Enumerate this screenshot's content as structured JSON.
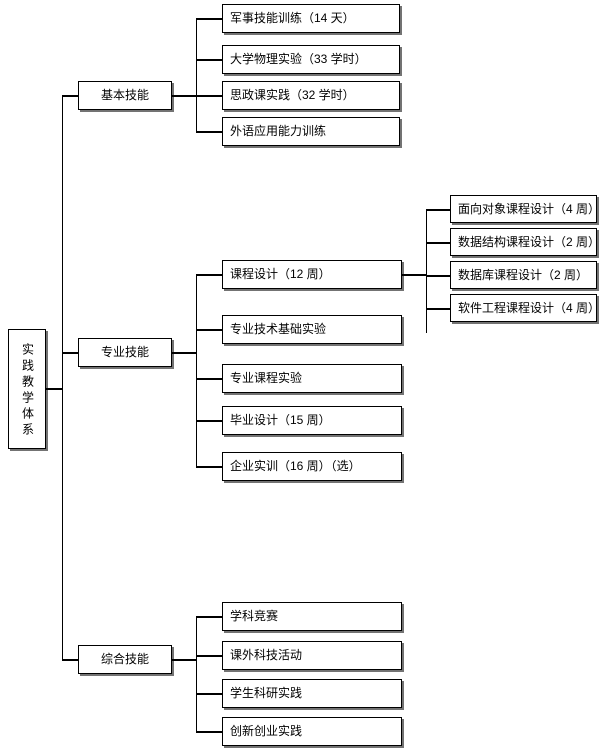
{
  "diagram": {
    "title": "实践教学体系",
    "root": {
      "label": "实践教学体系"
    },
    "branches": [
      {
        "label": "基本技能",
        "children": [
          {
            "label": "军事技能训练（14 天）"
          },
          {
            "label": "大学物理实验（33 学时）"
          },
          {
            "label": "思政课实践（32 学时）"
          },
          {
            "label": "外语应用能力训练"
          }
        ]
      },
      {
        "label": "专业技能",
        "children": [
          {
            "label": "课程设计（12 周）",
            "children": [
              {
                "label": "面向对象课程设计（4 周）"
              },
              {
                "label": "数据结构课程设计（2 周）"
              },
              {
                "label": "数据库课程设计（2 周）"
              },
              {
                "label": "软件工程课程设计（4 周）"
              }
            ]
          },
          {
            "label": "专业技术基础实验"
          },
          {
            "label": "专业课程实验"
          },
          {
            "label": "毕业设计（15 周）"
          },
          {
            "label": "企业实训（16 周）（选）"
          }
        ]
      },
      {
        "label": "综合技能",
        "children": [
          {
            "label": "学科竞赛"
          },
          {
            "label": "课外科技活动"
          },
          {
            "label": "学生科研实践"
          },
          {
            "label": "创新创业实践"
          }
        ]
      }
    ]
  }
}
